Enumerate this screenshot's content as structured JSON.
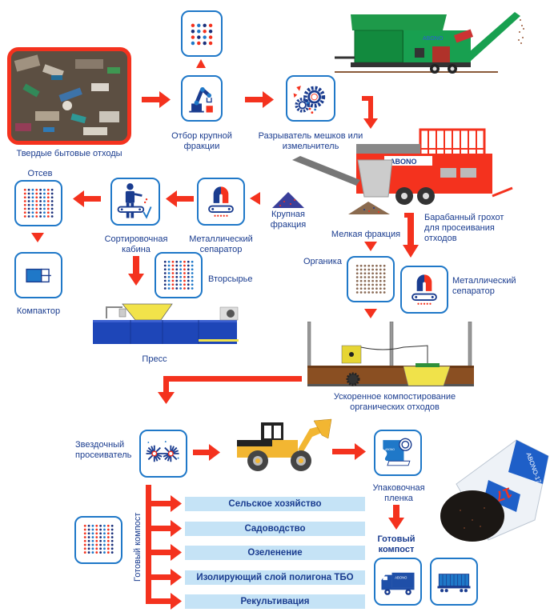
{
  "title": "Технологическая схема переработки ТБО",
  "colors": {
    "arrow": "#f4321e",
    "text": "#1a3c8f",
    "box_border": "#1f78c8",
    "bar_bg": "#c5e3f6",
    "dot_red": "#f4321e",
    "dot_navy": "#1a2f7a",
    "dot_blue": "#1f78c8",
    "dot_brown": "#8a6a55"
  },
  "stages": {
    "msw": {
      "label": "Твердые бытовые отходы",
      "icon": "waste-photo"
    },
    "coarse_sorting": {
      "label": "Отбор крупной фракции",
      "icon": "robot-arm-icon"
    },
    "shredder": {
      "label": "Разрыватель мешков или измельчитель",
      "icon": "gears-icon"
    },
    "drum_screen": {
      "label": "Барабанный грохот для просеивания отходов",
      "brand": "ABONO"
    },
    "coarse_fraction": {
      "label": "Крупная фракция"
    },
    "fine_fraction": {
      "label": "Мелкая фракция"
    },
    "metal_sep_1": {
      "label": "Металлический сепаратор",
      "icon": "magnet-icon"
    },
    "sorting_cabin": {
      "label": "Сортировочная кабина",
      "icon": "worker-icon"
    },
    "screenings": {
      "label": "Отсев",
      "icon": "dots-grid-icon"
    },
    "compactor": {
      "label": "Компактор",
      "icon": "compactor-icon"
    },
    "recyclables": {
      "label": "Вторсырье",
      "icon": "dots-grid-icon"
    },
    "press": {
      "label": "Пресс"
    },
    "organics": {
      "label": "Органика",
      "icon": "dots-grid-icon"
    },
    "metal_sep_2": {
      "label": "Металлический сепаратор",
      "icon": "magnet-icon"
    },
    "composting": {
      "label": "Ускоренное компостирование органических отходов"
    },
    "star_screen": {
      "label": "Звездочный просеиватель",
      "icon": "star-screen-icon"
    },
    "packaging_film": {
      "label": "Упаковочная пленка",
      "icon": "film-roll-icon"
    },
    "ready_compost": {
      "label": "Готовый компост"
    },
    "truck": {
      "icon": "truck-icon",
      "brand": "ABONO"
    },
    "railcar": {
      "icon": "railcar-icon"
    },
    "bag": {
      "brand": "ABONO-17",
      "number": "17"
    }
  },
  "compost_uses": {
    "side_label": "Готовый компост",
    "items": [
      "Сельское хозяйство",
      "Садоводство",
      "Озеленение",
      "Изолирующий слой полигона ТБО",
      "Рекультивация"
    ]
  }
}
